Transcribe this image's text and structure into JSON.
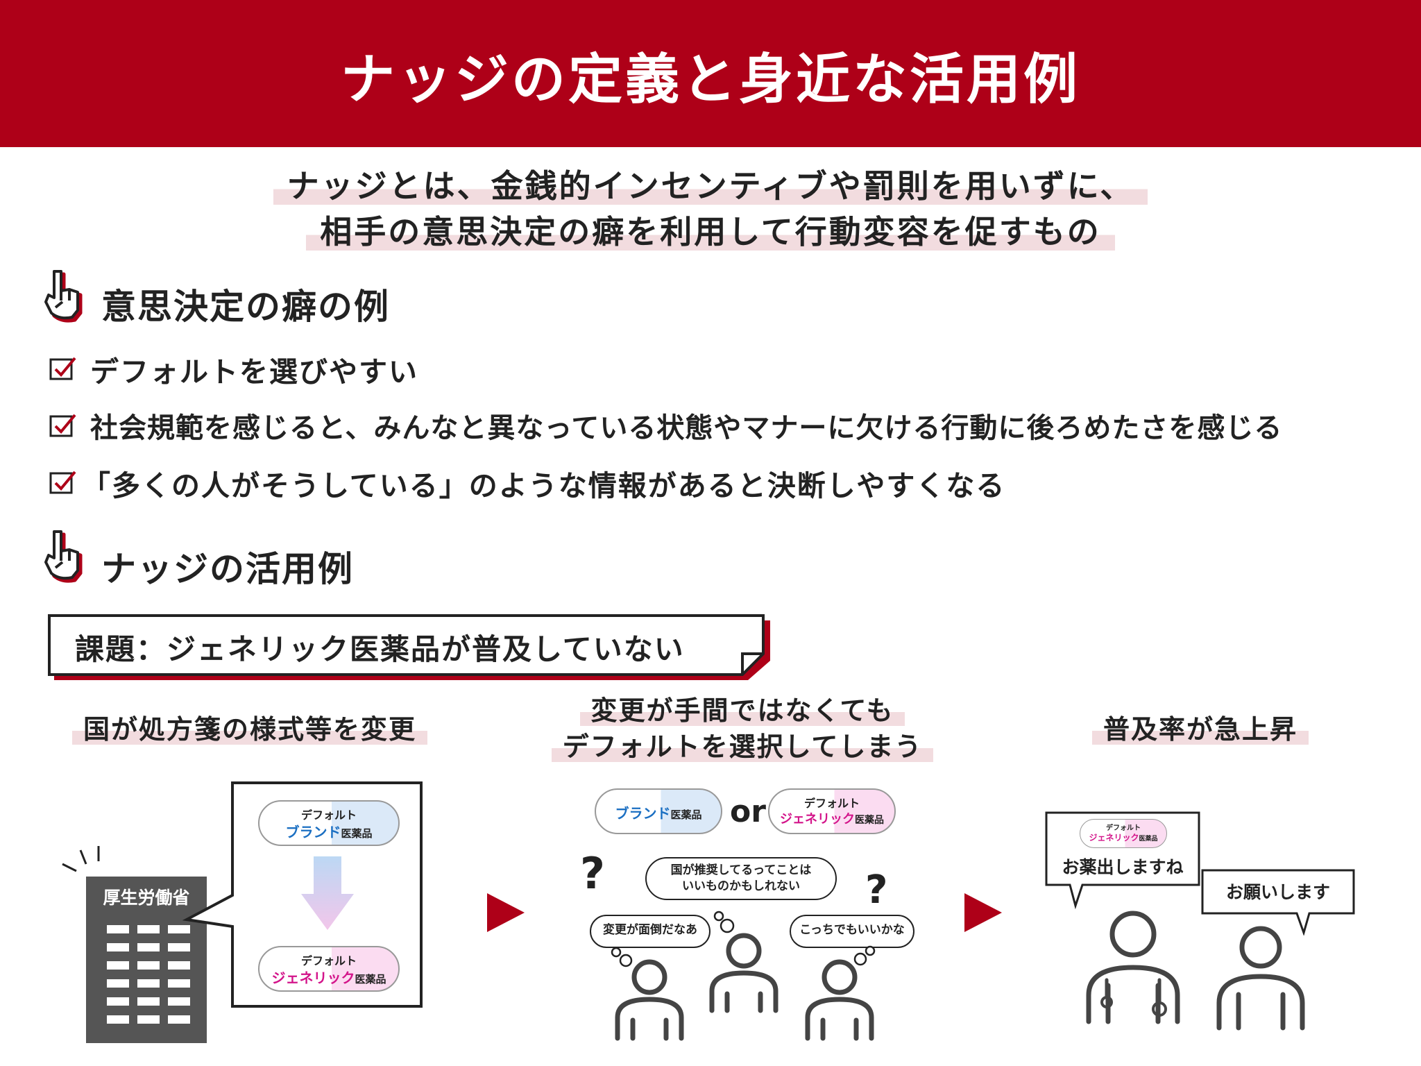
{
  "title": "ナッジの定義と身近な活用例",
  "definition": {
    "line1": "ナッジとは、金銭的インセンティブや罰則を用いずに、",
    "line2": "相手の意思決定の癖を利用して行動変容を促すもの"
  },
  "section_biases": {
    "title": "意思決定の癖の例",
    "items": [
      "デフォルトを選びやすい",
      "社会規範を感じると、みんなと異なっている状態やマナーに欠ける行動に後ろめたさを感じる",
      "「多くの人がそうしている」のような情報があると決断しやすくなる"
    ]
  },
  "section_examples": {
    "title": "ナッジの活用例",
    "issue": "課題：ジェネリック医薬品が普及していない"
  },
  "step1": {
    "title": "国が処方箋の様式等を変更",
    "building_label": "厚生労働省",
    "default_label": "デフォルト",
    "brand": "ブランド",
    "generic": "ジェネリック",
    "drug": "医薬品"
  },
  "step2": {
    "title_line1": "変更が手間ではなくても",
    "title_line2": "デフォルトを選択してしまう",
    "or": "or",
    "q_mark": "?",
    "thought_center_line1": "国が推奨してるってことは",
    "thought_center_line2": "いいものかもしれない",
    "thought_left": "変更が面倒だなあ",
    "thought_right": "こっちでもいいかな"
  },
  "step3": {
    "title": "普及率が急上昇",
    "doctor_speech": "お薬出しますね",
    "patient_speech": "お願いします"
  },
  "colors": {
    "accent": "#ae0018",
    "highlight": "#f2dcdf",
    "brand_blue": "#1b6fc2",
    "generic_pink": "#d3148a",
    "building": "#555555"
  }
}
